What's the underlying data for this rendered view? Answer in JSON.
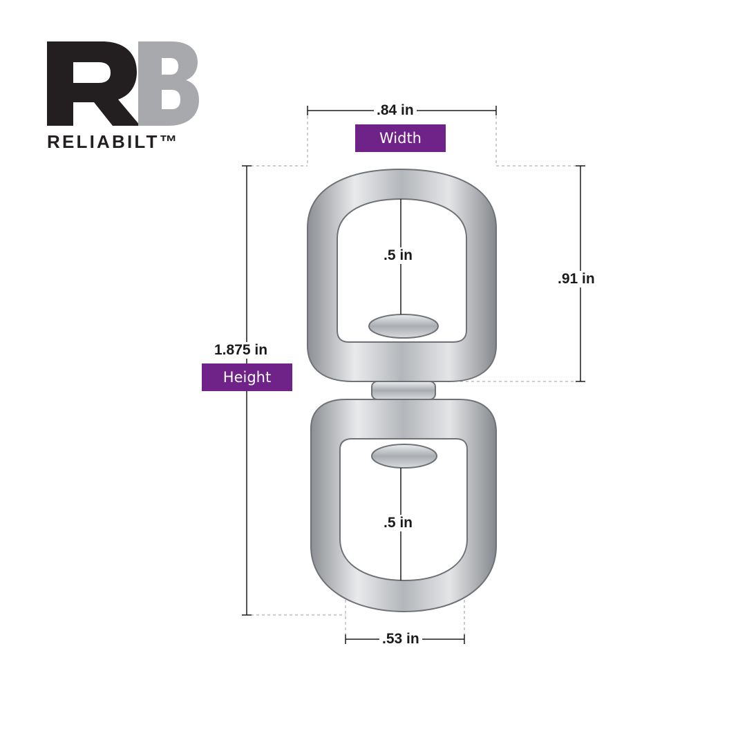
{
  "logo": {
    "monogram": "RB",
    "brand_name": "RELIABILT™",
    "colors": {
      "dark": "#231f20",
      "light": "#a7a9ac"
    }
  },
  "dimensions": {
    "width_value": ".84 in",
    "width_label": "Width",
    "height_value": "1.875 in",
    "height_label": "Height",
    "eye_height_value": ".91 in",
    "top_inner_value": ".5 in",
    "bottom_inner_value": ".5 in",
    "bottom_width_value": ".53 in"
  },
  "colors": {
    "accent": "#6f2287",
    "metal": "#b9bcc0"
  }
}
